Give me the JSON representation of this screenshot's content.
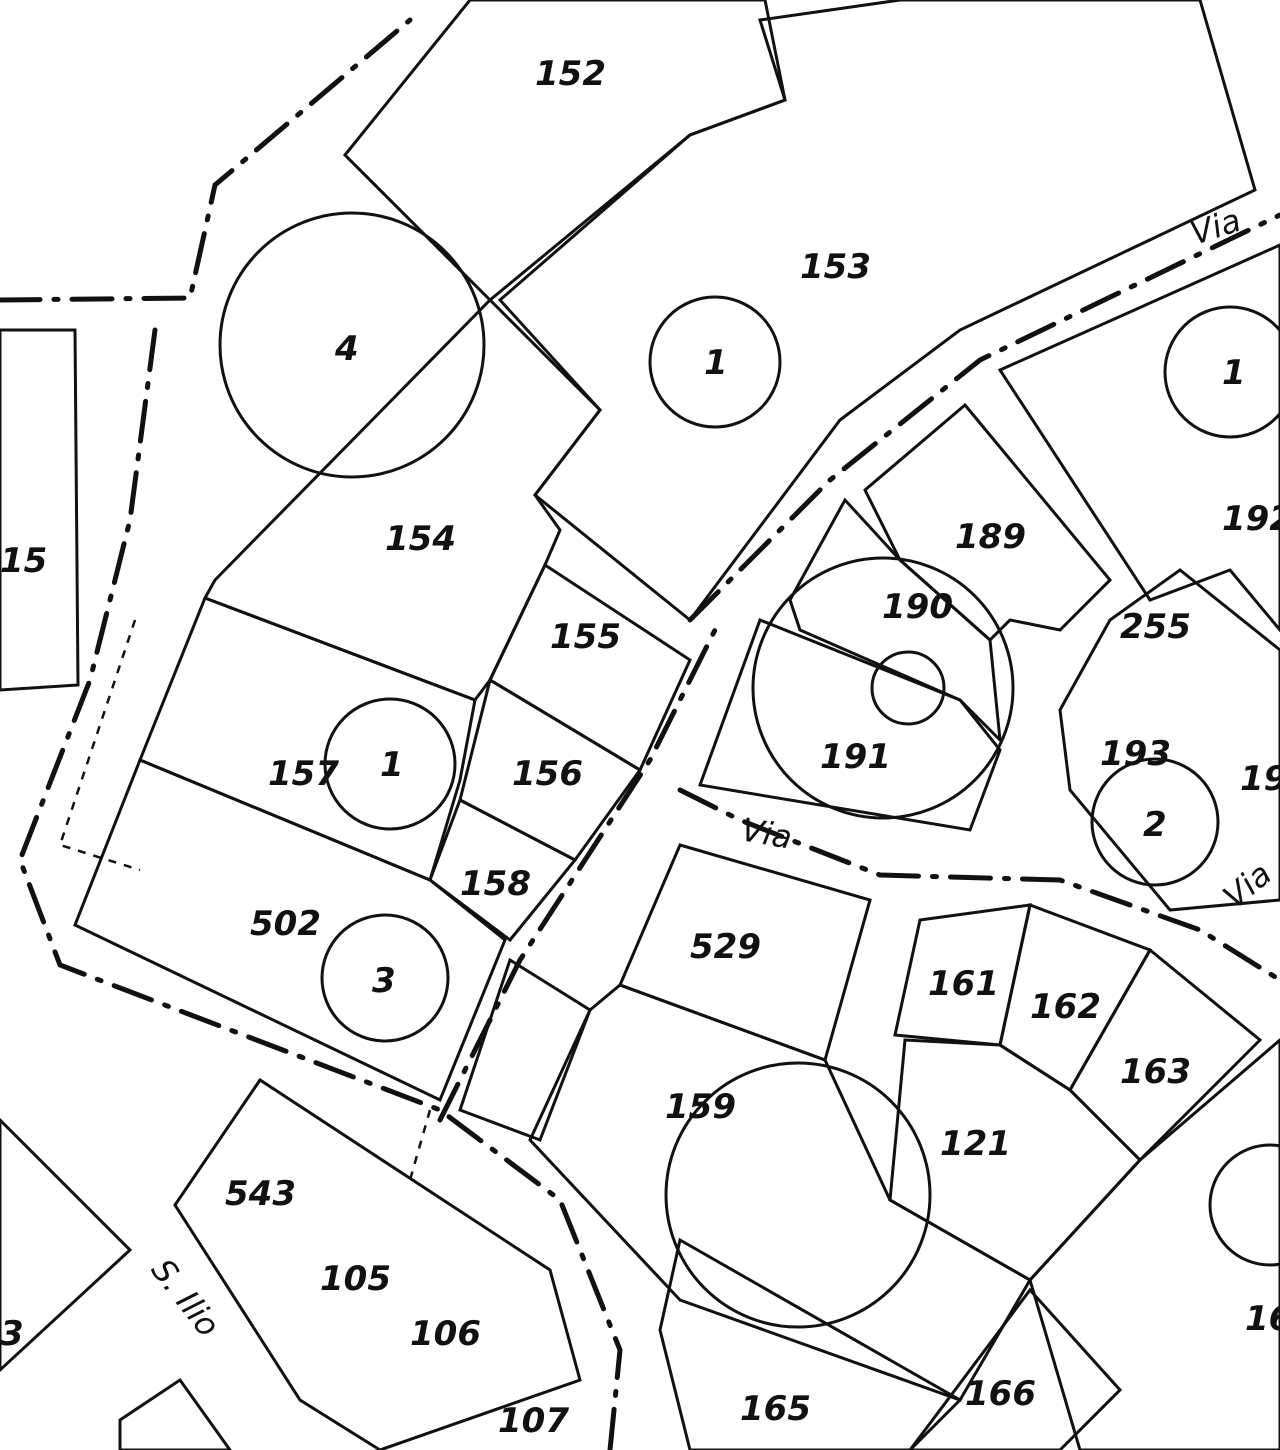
{
  "map": {
    "type": "cadastral map",
    "colors": {
      "ink": "#111111",
      "paper": "#ffffff",
      "shade": "#9a9a9a"
    },
    "parcels": {
      "p152": "152",
      "p153": "153",
      "p154": "154",
      "p155": "155",
      "p156": "156",
      "p157": "157",
      "p158": "158",
      "p502": "502",
      "p529": "529",
      "p189": "189",
      "p190": "190",
      "p191": "191",
      "p192": "192",
      "p255": "255",
      "p193": "193",
      "p19x": "19",
      "p161": "161",
      "p162": "162",
      "p163": "163",
      "p121": "121",
      "p159": "159",
      "p543": "543",
      "p105": "105",
      "p106": "106",
      "p107": "107",
      "p165": "165",
      "p166": "166",
      "p16x": "16",
      "p15x": "15",
      "p3x": "3"
    },
    "roads": {
      "via_top": "Via",
      "via_mid": "Via",
      "via_right": "Via",
      "s_ilio": "S. Ilio"
    },
    "circle_marks": {
      "c4": "4",
      "c1a": "1",
      "c1b": "1",
      "c2": "2",
      "c3": "3",
      "c1c": "1"
    }
  }
}
